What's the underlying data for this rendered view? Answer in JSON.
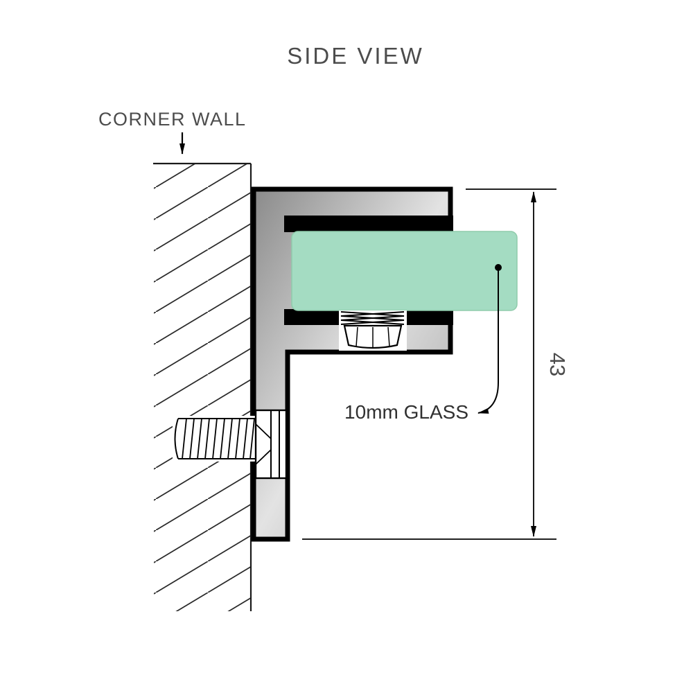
{
  "title": "SIDE VIEW",
  "labels": {
    "corner_wall": "CORNER WALL",
    "glass": "10mm GLASS"
  },
  "dimension": {
    "height_mm": "43"
  },
  "colors": {
    "glass_fill": "#a4dcc2",
    "glass_edge": "#8fcbab",
    "metal_dark": "#8a8a8a",
    "metal_light": "#e3e3e3",
    "metal_mid": "#9e9e9e",
    "outline": "#000000",
    "label_text": "#4c4c4c",
    "dark_text": "#303030"
  }
}
